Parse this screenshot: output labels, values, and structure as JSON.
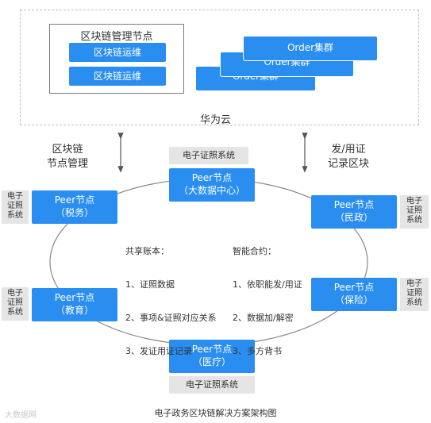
{
  "cloud": {
    "label": "华为云",
    "mgmt_title": "区块链管理节点",
    "ops": [
      "区块链运维",
      "区块链运维"
    ],
    "order_clusters": [
      "Order集群",
      "Order集群",
      "Order集群"
    ]
  },
  "left_arrow_label": [
    "区块链",
    "节点管理"
  ],
  "right_arrow_label": [
    "发/用证",
    "记录区块"
  ],
  "top_cert": "电子证照系统",
  "bottom_cert": "电子证照系统",
  "peers": {
    "top": [
      "Peer节点",
      "（大数据中心）"
    ],
    "tax": [
      "Peer节点",
      "（税务）"
    ],
    "civil": [
      "Peer节点",
      "（民政）"
    ],
    "edu": [
      "Peer节点",
      "（教育）"
    ],
    "insurance": [
      "Peer节点",
      "（保险）"
    ],
    "medical": [
      "Peer节点",
      "（医疗）"
    ]
  },
  "side_tag": [
    "电子",
    "证照",
    "系统"
  ],
  "shared_ledger": {
    "title": "共享账本：",
    "items": [
      "1、证照数据",
      "2、事项&证照对应关系",
      "3、发证用证记录"
    ]
  },
  "smart_contract": {
    "title": "智能合约：",
    "items": [
      "1、依职能发/用证",
      "2、数据加/解密",
      "3、多方背书"
    ]
  },
  "caption": "电子政务区块链解决方案架构图",
  "watermark": "大数据网"
}
